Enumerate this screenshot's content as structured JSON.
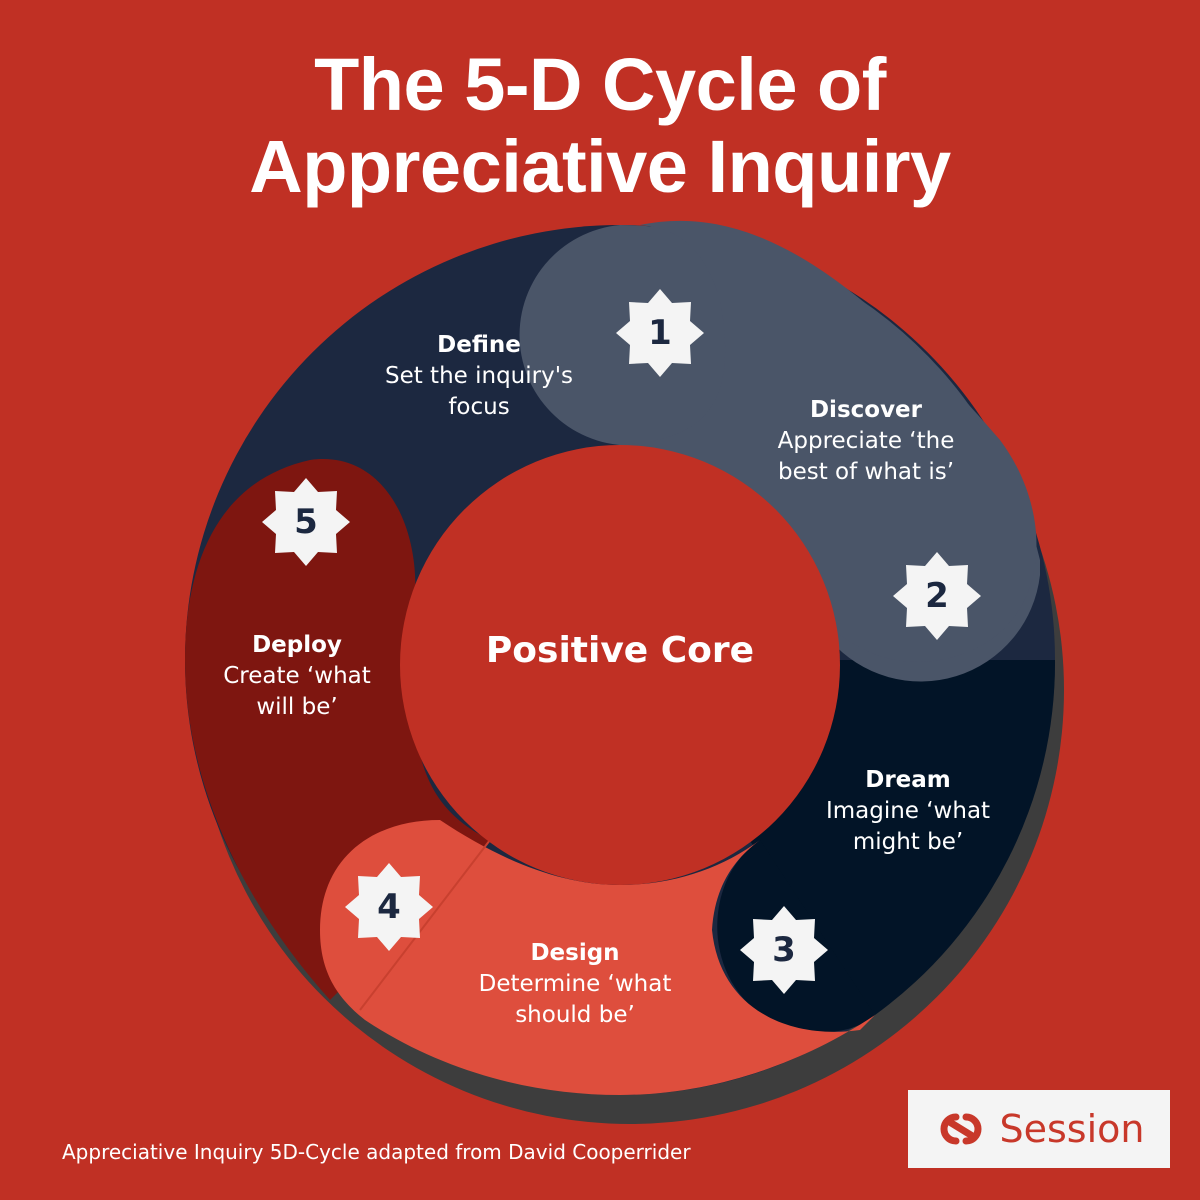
{
  "title": {
    "line1": "The 5-D Cycle of",
    "line2": "Appreciative Inquiry"
  },
  "core": {
    "label": "Positive Core"
  },
  "stages": [
    {
      "number": "1",
      "name": "Define",
      "description": "Set the inquiry's focus",
      "color": "#1c2840"
    },
    {
      "number": "2",
      "name": "Discover",
      "description": "Appreciate ‘the best of what is’",
      "color": "#4a5568"
    },
    {
      "number": "3",
      "name": "Dream",
      "description": "Imagine ‘what might be’",
      "color": "#021427"
    },
    {
      "number": "4",
      "name": "Design",
      "description": "Determine ‘what should be’",
      "color": "#de4e3d"
    },
    {
      "number": "5",
      "name": "Deploy",
      "description": "Create ‘what will be’",
      "color": "#7e1610"
    }
  ],
  "caption": "Appreciative Inquiry 5D-Cycle adapted from David Cooperrider",
  "logo": {
    "text": "Session",
    "icon": "session-logo-icon"
  },
  "colors": {
    "background": "#c03024",
    "core": "#c03024",
    "shadow": "#3d3d3d",
    "badge": "#f4f4f4",
    "badge_text": "#1c2840"
  }
}
